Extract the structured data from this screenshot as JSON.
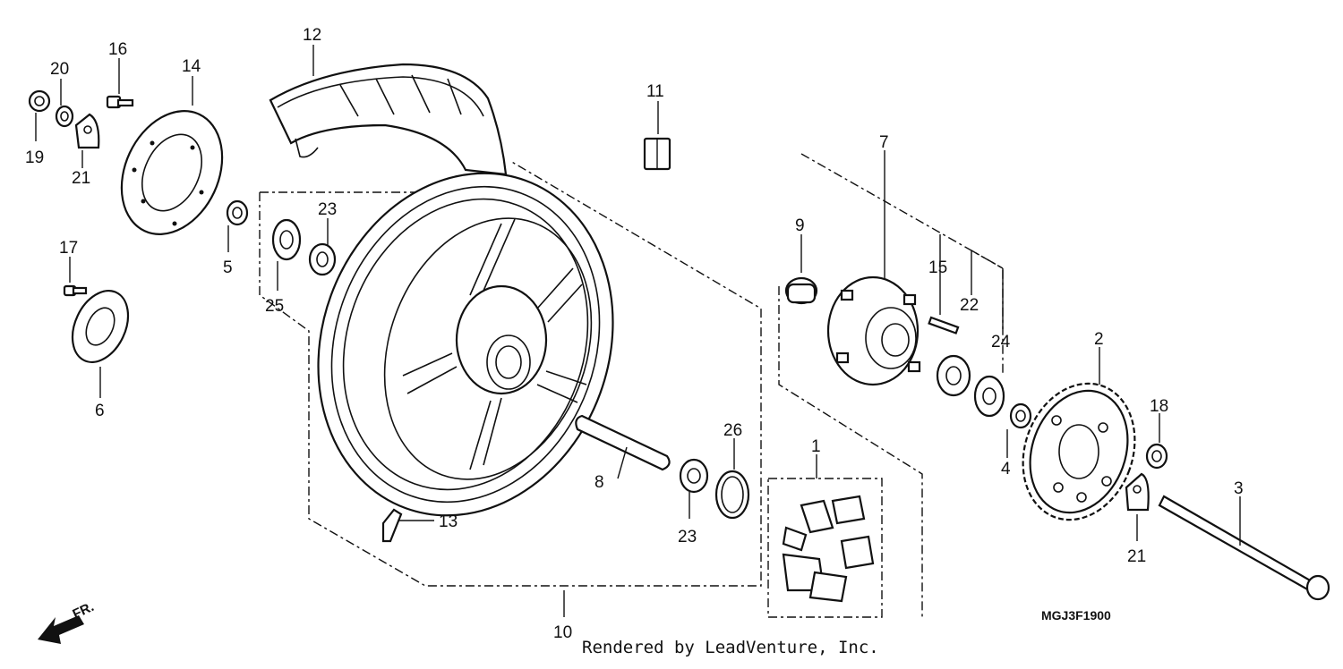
{
  "diagram": {
    "callouts": {
      "c1": "1",
      "c2": "2",
      "c3": "3",
      "c4": "4",
      "c5": "5",
      "c6": "6",
      "c7": "7",
      "c8": "8",
      "c9": "9",
      "c10": "10",
      "c11": "11",
      "c12": "12",
      "c13": "13",
      "c14": "14",
      "c15": "15",
      "c16": "16",
      "c17": "17",
      "c18": "18",
      "c19": "19",
      "c20": "20",
      "c21a": "21",
      "c21b": "21",
      "c22": "22",
      "c23a": "23",
      "c23b": "23",
      "c24": "24",
      "c25": "25",
      "c26": "26"
    },
    "direction_label": "FR.",
    "diagram_code": "MGJ3F1900",
    "credit": "Rendered by LeadVenture, Inc."
  }
}
